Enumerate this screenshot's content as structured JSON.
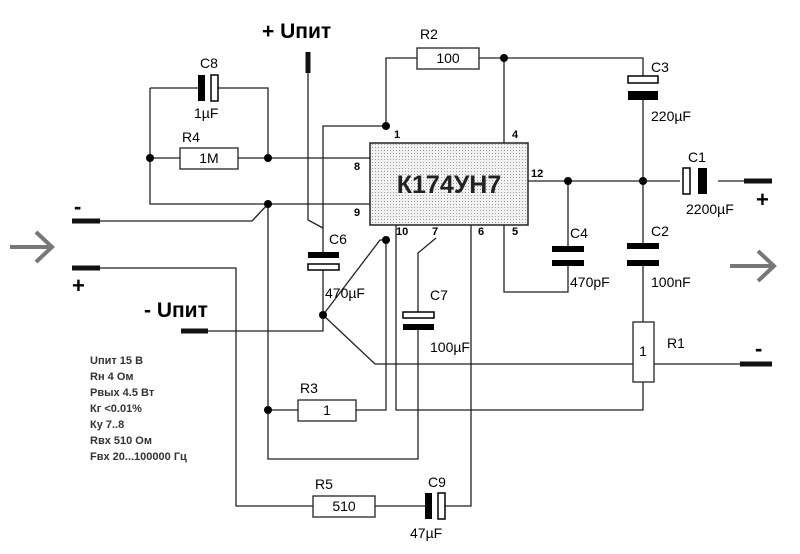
{
  "supply_plus_label": "+ Uпит",
  "supply_minus_label": "- Uпит",
  "ic": {
    "name": "К174УН7",
    "pins": [
      "1",
      "4",
      "8",
      "9",
      "10",
      "7",
      "6",
      "5",
      "12"
    ]
  },
  "components": {
    "c8": {
      "ref": "C8",
      "value": "1µF"
    },
    "r2": {
      "ref": "R2",
      "value": "100"
    },
    "c3": {
      "ref": "C3",
      "value": "220µF"
    },
    "r4": {
      "ref": "R4",
      "value": "1M"
    },
    "c1": {
      "ref": "C1",
      "value": "2200µF"
    },
    "c6": {
      "ref": "C6",
      "value": "470µF"
    },
    "c4": {
      "ref": "C4",
      "value": "470pF"
    },
    "c2": {
      "ref": "C2",
      "value": "100nF"
    },
    "c7": {
      "ref": "C7",
      "value": "100µF"
    },
    "r1": {
      "ref": "R1",
      "value": "1"
    },
    "r3": {
      "ref": "R3",
      "value": "1"
    },
    "r5": {
      "ref": "R5",
      "value": "510"
    },
    "c9": {
      "ref": "C9",
      "value": "47µF"
    }
  },
  "input_signs": {
    "minus": "-",
    "plus": "+"
  },
  "output_signs": {
    "plus": "+",
    "minus": "-"
  },
  "specs": [
    "Uпит 15 В",
    "Rн 4 Ом",
    "Pвых 4.5 Вт",
    "Кг <0.01%",
    "Ку 7..8",
    "Rвх 510 Ом",
    "Fвх 20...100000 Гц"
  ]
}
